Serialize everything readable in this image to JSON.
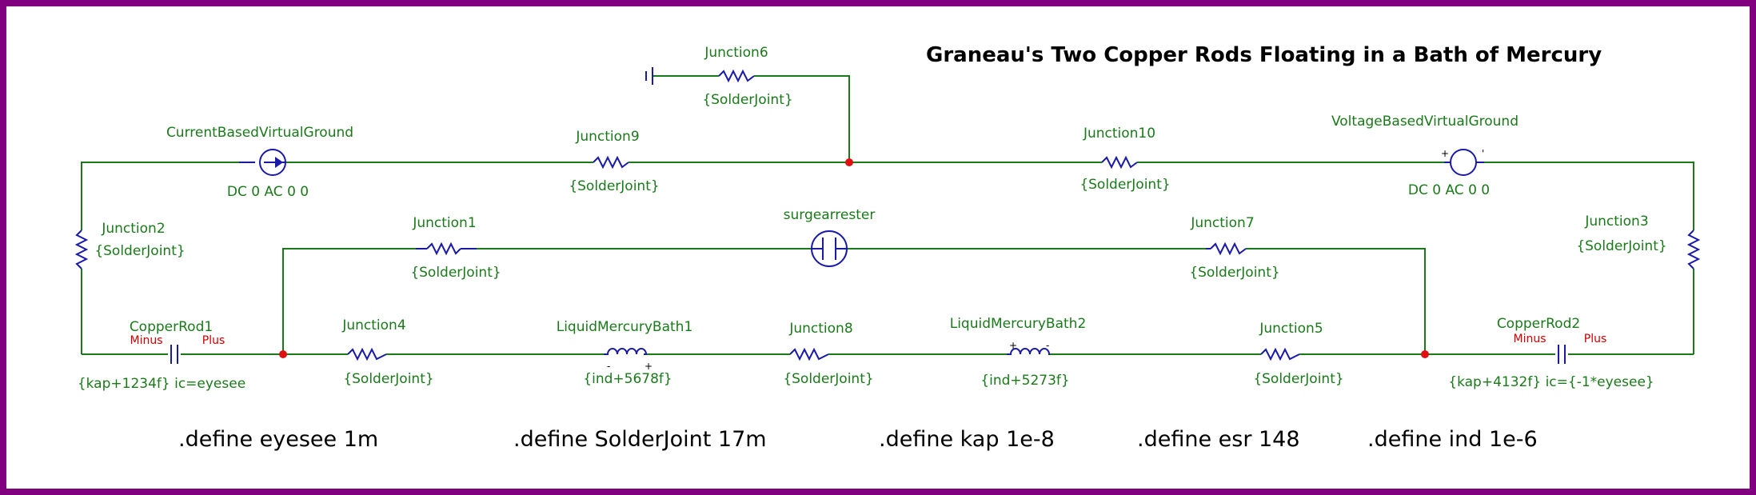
{
  "title": "Graneau's Two Copper Rods Floating in a Bath of Mercury",
  "colors": {
    "wire": "#1a7a1a",
    "component": "#1a1aa8",
    "junction_dot": "#e01010",
    "border": "#800080",
    "polarity": "#cc0000"
  },
  "sources": {
    "current": {
      "name": "CurrentBasedVirtualGround",
      "value": "DC 0 AC 0 0"
    },
    "voltage": {
      "name": "VoltageBasedVirtualGround",
      "value": "DC 0 AC 0 0",
      "plus_mark": "+",
      "minus_mark": "'"
    }
  },
  "components": {
    "j6": {
      "name": "Junction6",
      "value": "{SolderJoint}"
    },
    "j9": {
      "name": "Junction9",
      "value": "{SolderJoint}"
    },
    "j10": {
      "name": "Junction10",
      "value": "{SolderJoint}"
    },
    "j2": {
      "name": "Junction2",
      "value": "{SolderJoint}"
    },
    "j3": {
      "name": "Junction3",
      "value": "{SolderJoint}"
    },
    "j1": {
      "name": "Junction1",
      "value": "{SolderJoint}"
    },
    "j7": {
      "name": "Junction7",
      "value": "{SolderJoint}"
    },
    "j4": {
      "name": "Junction4",
      "value": "{SolderJoint}"
    },
    "j8": {
      "name": "Junction8",
      "value": "{SolderJoint}"
    },
    "j5": {
      "name": "Junction5",
      "value": "{SolderJoint}"
    },
    "surge": {
      "name": "surgearrester"
    },
    "lmb1": {
      "name": "LiquidMercuryBath1",
      "value": "{ind+5678f}",
      "minus_mark": "-",
      "plus_mark": "+"
    },
    "lmb2": {
      "name": "LiquidMercuryBath2",
      "value": "{ind+5273f}",
      "plus_mark": "+",
      "minus_mark": "-"
    },
    "cr1": {
      "name": "CopperRod1",
      "value": "{kap+1234f} ic=eyesee",
      "minus": "Minus",
      "plus": "Plus"
    },
    "cr2": {
      "name": "CopperRod2",
      "value": "{kap+4132f} ic={-1*eyesee}",
      "minus": "Minus",
      "plus": "Plus"
    }
  },
  "defines": [
    ".define eyesee 1m",
    ".define SolderJoint 17m",
    ".define kap 1e-8",
    ".define esr 148",
    ".define ind 1e-6"
  ]
}
